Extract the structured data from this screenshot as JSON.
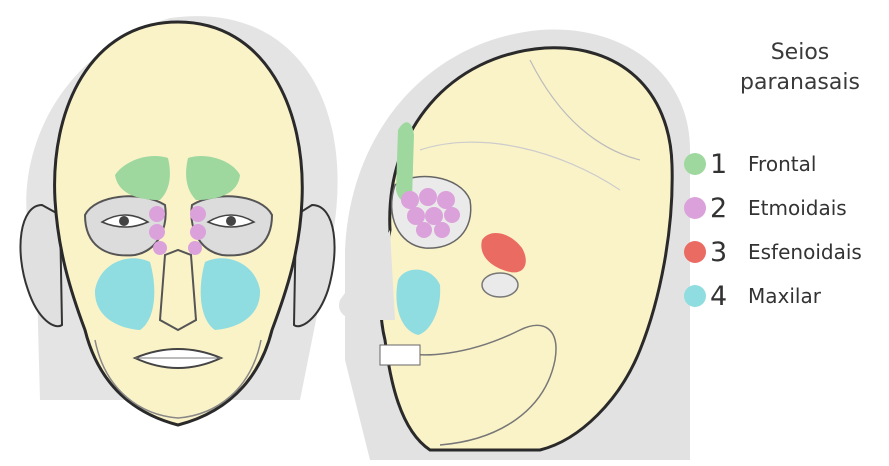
{
  "legend": {
    "title_line1": "Seios",
    "title_line2": "paranasais",
    "items": [
      {
        "number": "1",
        "label": "Frontal",
        "color": "#9fd89f"
      },
      {
        "number": "2",
        "label": "Etmoidais",
        "color": "#dba1db"
      },
      {
        "number": "3",
        "label": "Esfenoidais",
        "color": "#ea6b62"
      },
      {
        "number": "4",
        "label": "Maxilar",
        "color": "#8fdde0"
      }
    ]
  },
  "colors": {
    "bone": "#fbf3c8",
    "outline": "#2a2a2a",
    "soft_tissue": "#d9d9d9",
    "background": "#ffffff"
  }
}
